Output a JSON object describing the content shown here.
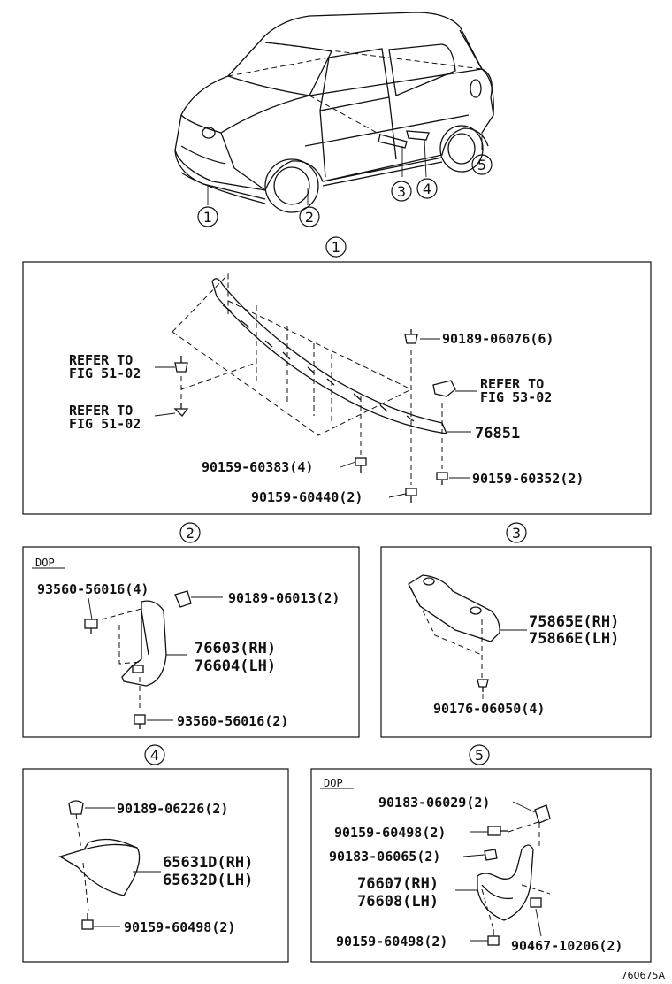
{
  "overview": {
    "callouts": [
      "1",
      "2",
      "3",
      "4",
      "5"
    ]
  },
  "section1": {
    "number": "1",
    "refer_left_top": [
      "REFER TO",
      "FIG 51-02"
    ],
    "refer_left_bottom": [
      "REFER TO",
      "FIG 51-02"
    ],
    "refer_right": [
      "REFER TO",
      "FIG 53-02"
    ],
    "parts": {
      "p_90189_06076": "90189-06076(6)",
      "p_76851": "76851",
      "p_90159_60383": "90159-60383(4)",
      "p_90159_60352": "90159-60352(2)",
      "p_90159_60440": "90159-60440(2)"
    }
  },
  "section2": {
    "number": "2",
    "tag": "DOP",
    "parts": {
      "p_93560_56016_4": "93560-56016(4)",
      "p_90189_06013": "90189-06013(2)",
      "p_76603": "76603(RH)",
      "p_76604": "76604(LH)",
      "p_93560_56016_2": "93560-56016(2)"
    }
  },
  "section3": {
    "number": "3",
    "parts": {
      "p_75865E": "75865E(RH)",
      "p_75866E": "75866E(LH)",
      "p_90176_06050": "90176-06050(4)"
    }
  },
  "section4": {
    "number": "4",
    "parts": {
      "p_90189_06226": "90189-06226(2)",
      "p_65631D": "65631D(RH)",
      "p_65632D": "65632D(LH)",
      "p_90159_60498": "90159-60498(2)"
    }
  },
  "section5": {
    "number": "5",
    "tag": "DOP",
    "parts": {
      "p_90183_06029": "90183-06029(2)",
      "p_90159_60498_a": "90159-60498(2)",
      "p_90183_06065": "90183-06065(2)",
      "p_76607": "76607(RH)",
      "p_76608": "76608(LH)",
      "p_90159_60498_b": "90159-60498(2)",
      "p_90467_10206": "90467-10206(2)"
    }
  },
  "footer": {
    "figure_code": "760675A"
  }
}
